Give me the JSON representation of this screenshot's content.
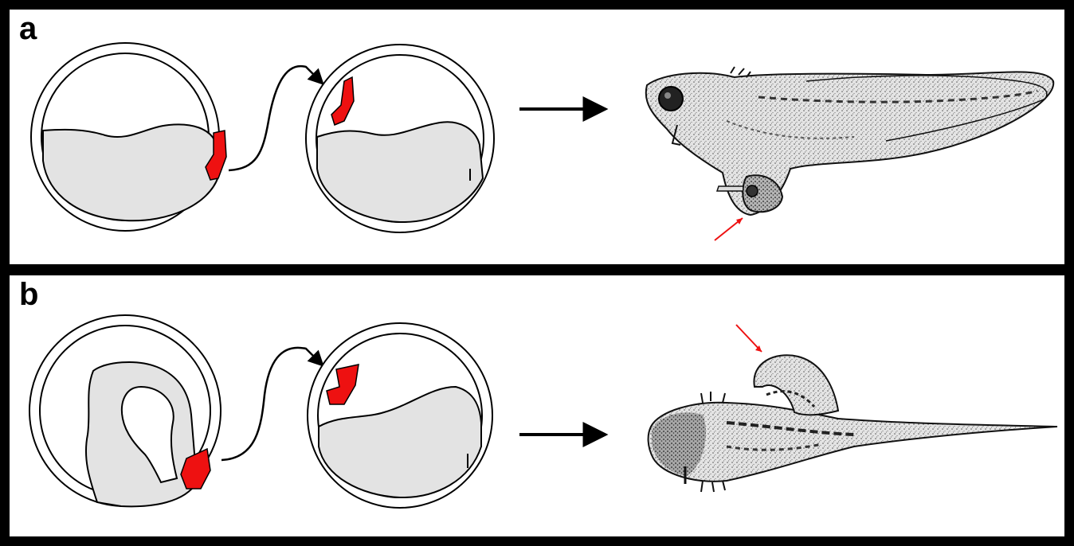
{
  "figure": {
    "panels": [
      {
        "label": "a"
      },
      {
        "label": "b"
      }
    ],
    "colors": {
      "frame": "#000000",
      "panel_background": "#ffffff",
      "yolk_fill": "#e3e3e3",
      "graft_red": "#ee1111",
      "arrow_black": "#000000",
      "pointer_red": "#ee1111",
      "embryo_ink": "#1a1a1a",
      "embryo_body": "#dcdcdc"
    },
    "icons": [
      "embryo-cross-section",
      "grafted-tissue",
      "transplant-arrow",
      "develops-into-arrow",
      "tadpole-drawing",
      "secondary-structure-pointer"
    ]
  }
}
